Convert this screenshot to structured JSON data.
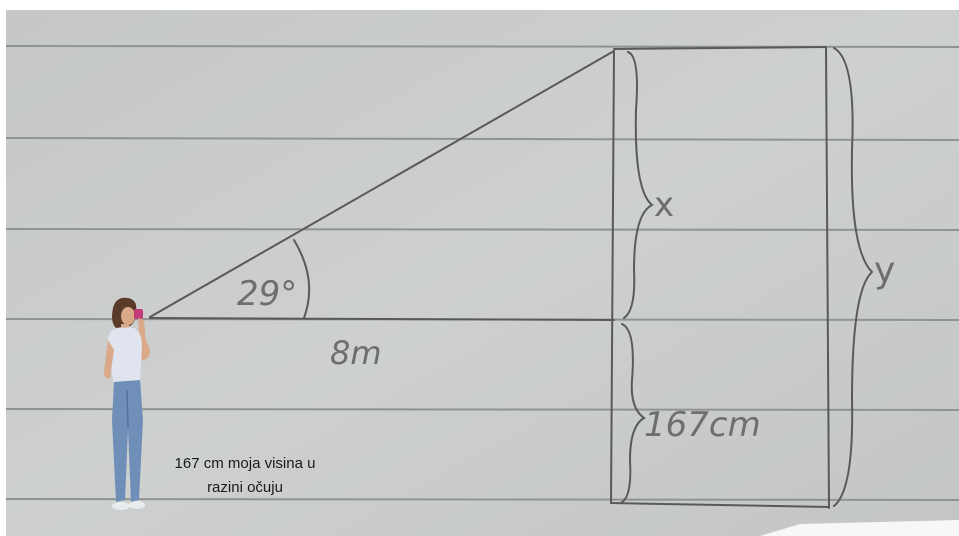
{
  "diagram": {
    "angle_label": "29°",
    "base_label": "8m",
    "upper_label": "x",
    "lower_label": "167cm",
    "total_label": "y",
    "angle_deg": 29,
    "distance_m": 8,
    "eye_height_cm": 167
  },
  "caption": {
    "line1": "167 cm moja visina u",
    "line2": "razini očuju"
  },
  "colors": {
    "paper": "#c9cccb",
    "ruled_line": "#8f9492",
    "pencil": "#595959",
    "shirt": "#dfe4ee",
    "jeans": "#6f8fb8",
    "hair": "#5a3a28",
    "skin": "#d9a98a",
    "camera": "#c23a78"
  }
}
